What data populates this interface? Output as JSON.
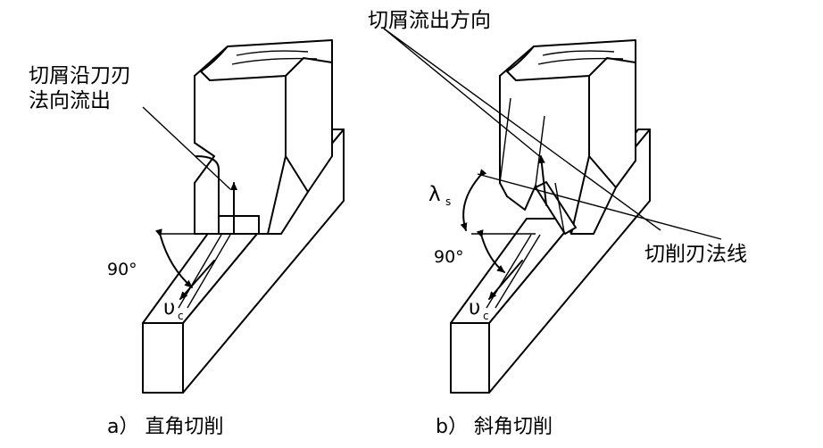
{
  "left": {
    "chip_label_line1": "切屑沿刀刃",
    "chip_label_line2": "法向流出",
    "angle_label": "90°",
    "velocity_symbol": "υ",
    "velocity_sub": "c",
    "caption": "a） 直角切削"
  },
  "right": {
    "chip_label": "切屑流出方向",
    "normal_label": "切削刃法线",
    "lambda_symbol": "λ",
    "lambda_sub": "s",
    "angle_label": "90°",
    "velocity_symbol": "υ",
    "velocity_sub": "c",
    "caption": "b） 斜角切削"
  }
}
